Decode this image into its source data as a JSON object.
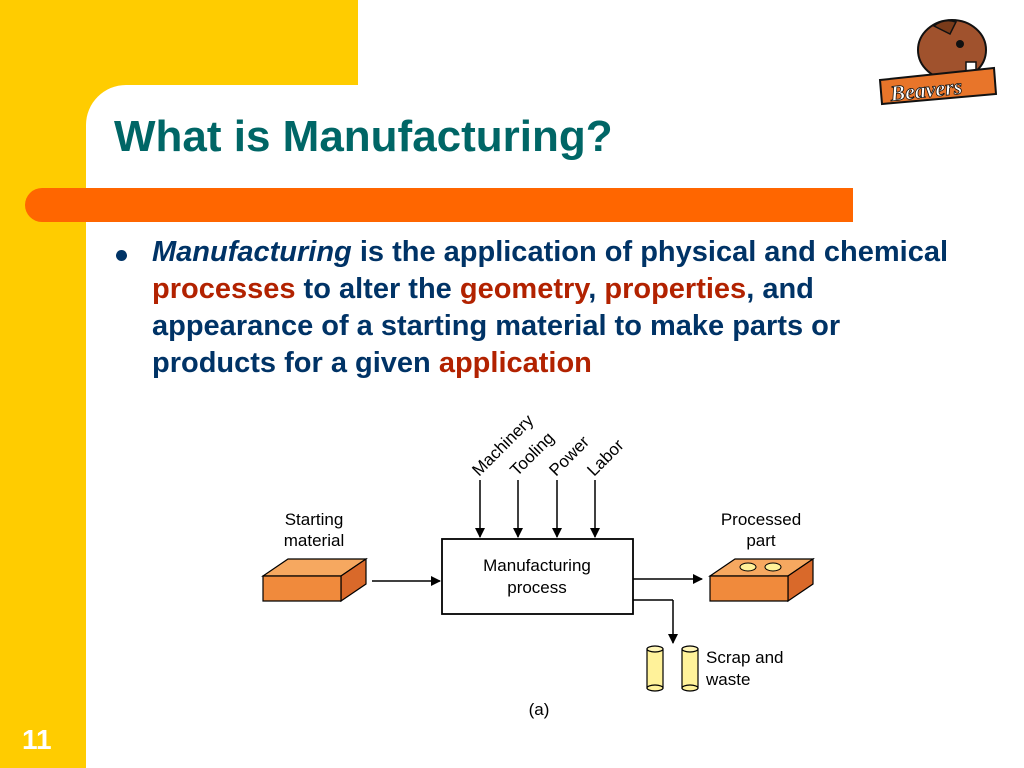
{
  "slide": {
    "title": "What is Manufacturing?",
    "number": "11",
    "logo_text": "Beavers",
    "bullet": {
      "term": "Manufacturing",
      "t1": " is the application of physical and chemical ",
      "processes": "processes",
      "t2": " to alter the ",
      "geometry": "geometry",
      "t3": ", ",
      "properties": "properties",
      "t4": ", and appearance of a starting material to make parts or products for a given ",
      "application": "application"
    }
  },
  "diagram": {
    "inputs": [
      "Machinery",
      "Tooling",
      "Power",
      "Labor"
    ],
    "starting_material": [
      "Starting",
      "material"
    ],
    "process": [
      "Manufacturing",
      "process"
    ],
    "processed_part": [
      "Processed",
      "part"
    ],
    "scrap": [
      "Scrap and",
      "waste"
    ],
    "caption": "(a)"
  },
  "colors": {
    "accent_yellow": "#FFCC00",
    "accent_orange": "#FF6600",
    "title_teal": "#006666",
    "text_navy": "#003366",
    "highlight_red": "#B22200",
    "block_orange": "#F08A3C",
    "scrap_yellow": "#FFF29A"
  }
}
